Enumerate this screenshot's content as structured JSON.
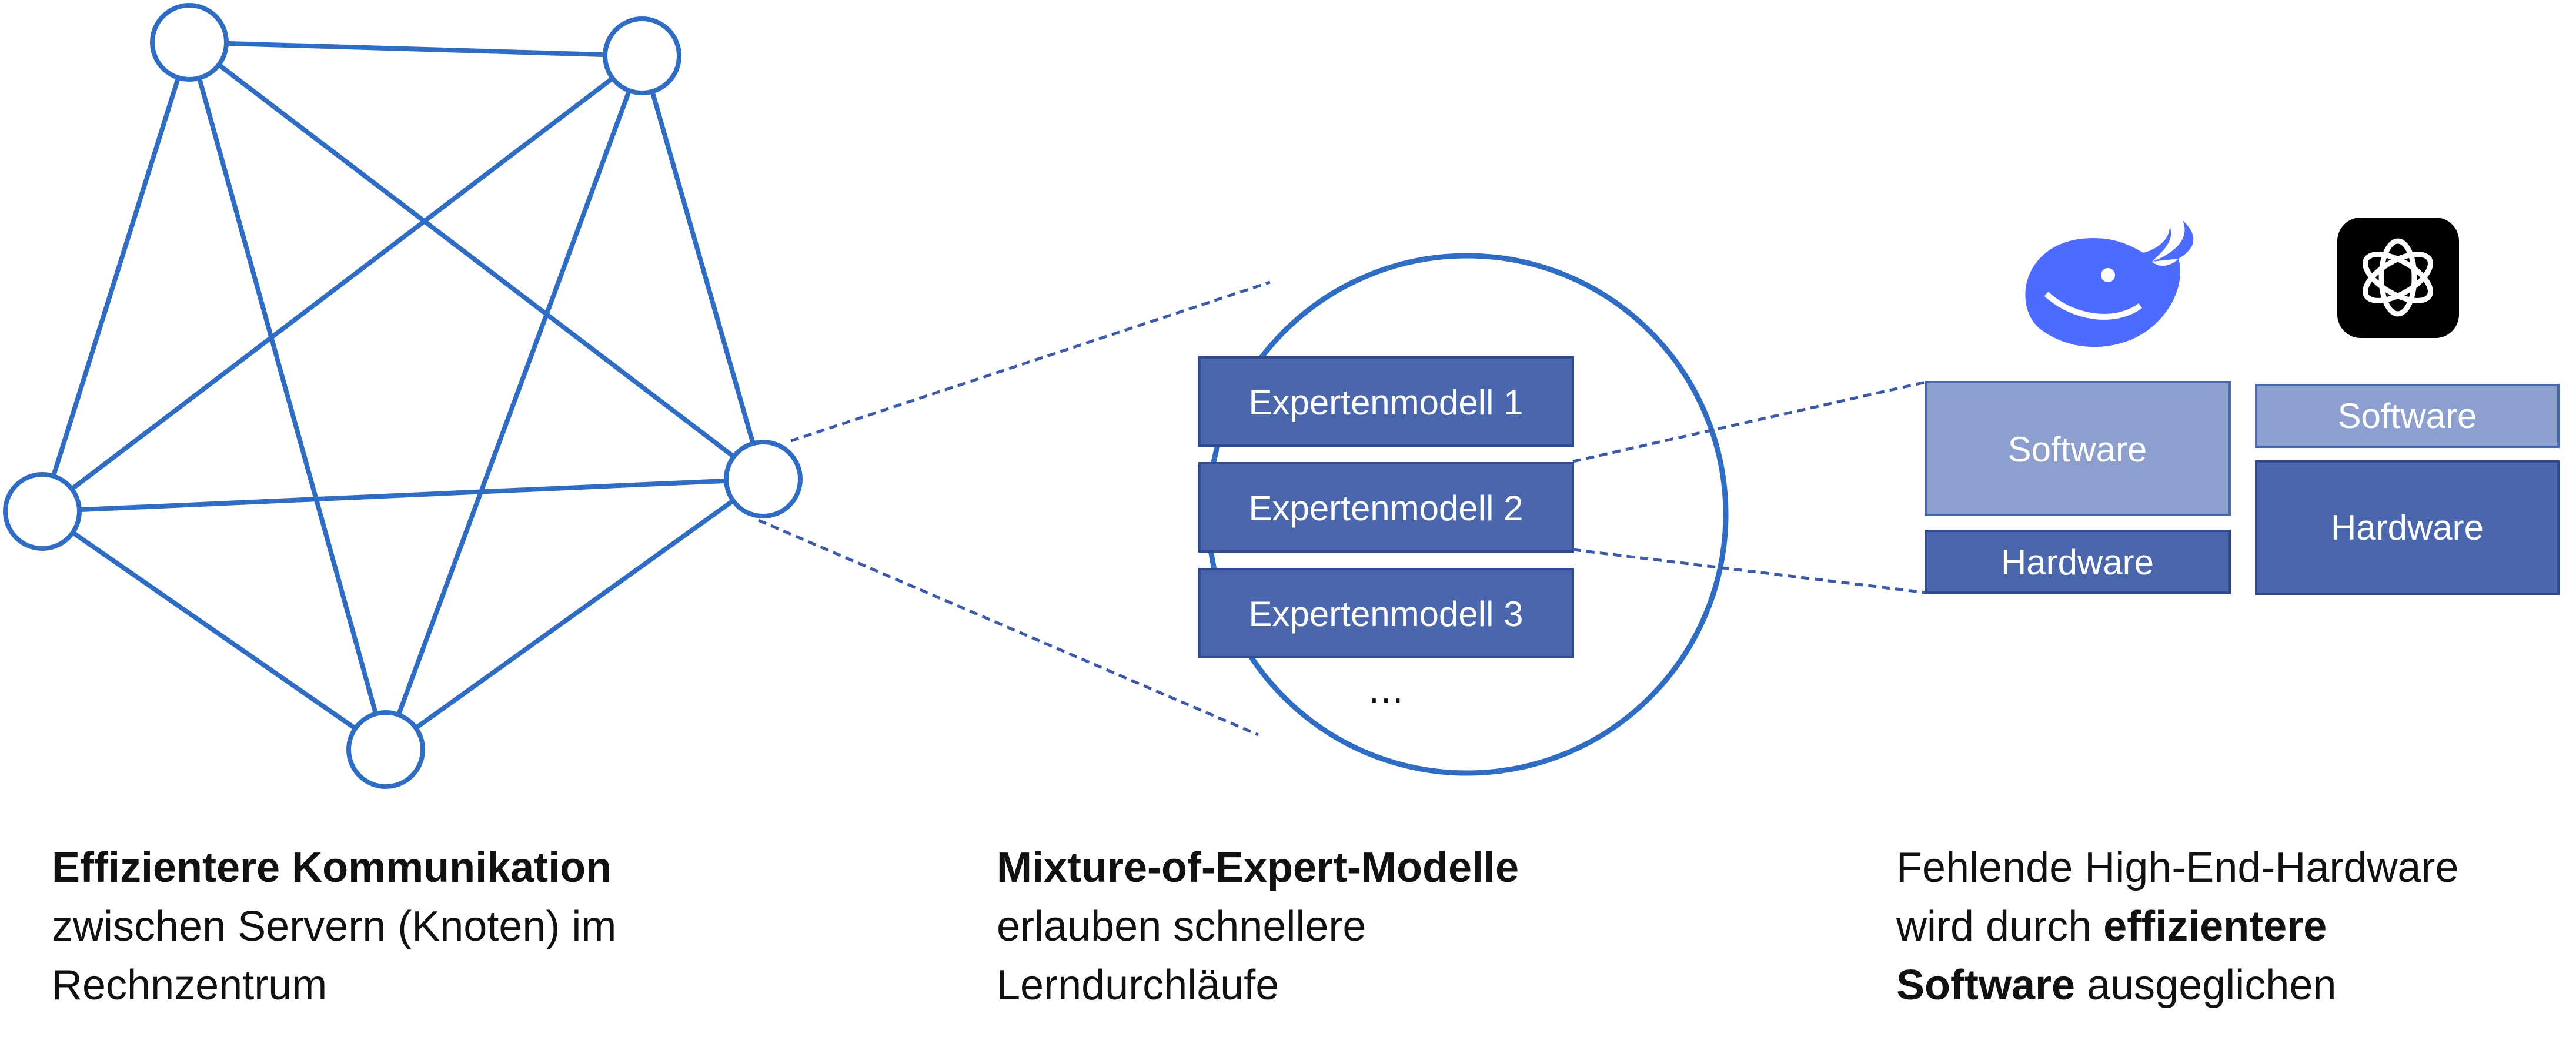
{
  "network": {
    "caption": {
      "line1_bold": "Effizientere Kommunikation",
      "line2": "zwischen Servern (Knoten) im",
      "line3": "Rechnzentrum"
    }
  },
  "moe": {
    "experts": [
      "Expertenmodell 1",
      "Expertenmodell 2",
      "Expertenmodell 3"
    ],
    "ellipsis": "…",
    "caption": {
      "line1_bold": "Mixture-of-Expert-Modelle",
      "line2": "erlauben schnellere",
      "line3": "Lerndurchläufe"
    }
  },
  "stacks": {
    "deepseek": {
      "software": "Software",
      "hardware": "Hardware",
      "logo_icon": "deepseek-whale-icon",
      "color": "#4d6bfe"
    },
    "openai": {
      "software": "Software",
      "hardware": "Hardware",
      "logo_icon": "openai-logo-icon"
    },
    "caption": {
      "line1": "Fehlende High-End-Hardware",
      "line2_pre": "wird durch ",
      "line2_bold": "effizientere",
      "line3_bold": "Software",
      "line3_post": " ausgeglichen"
    }
  },
  "colors": {
    "network_line": "#2f6cc4",
    "dark_box": "#4a66ad",
    "light_box": "#8d9fcf"
  }
}
